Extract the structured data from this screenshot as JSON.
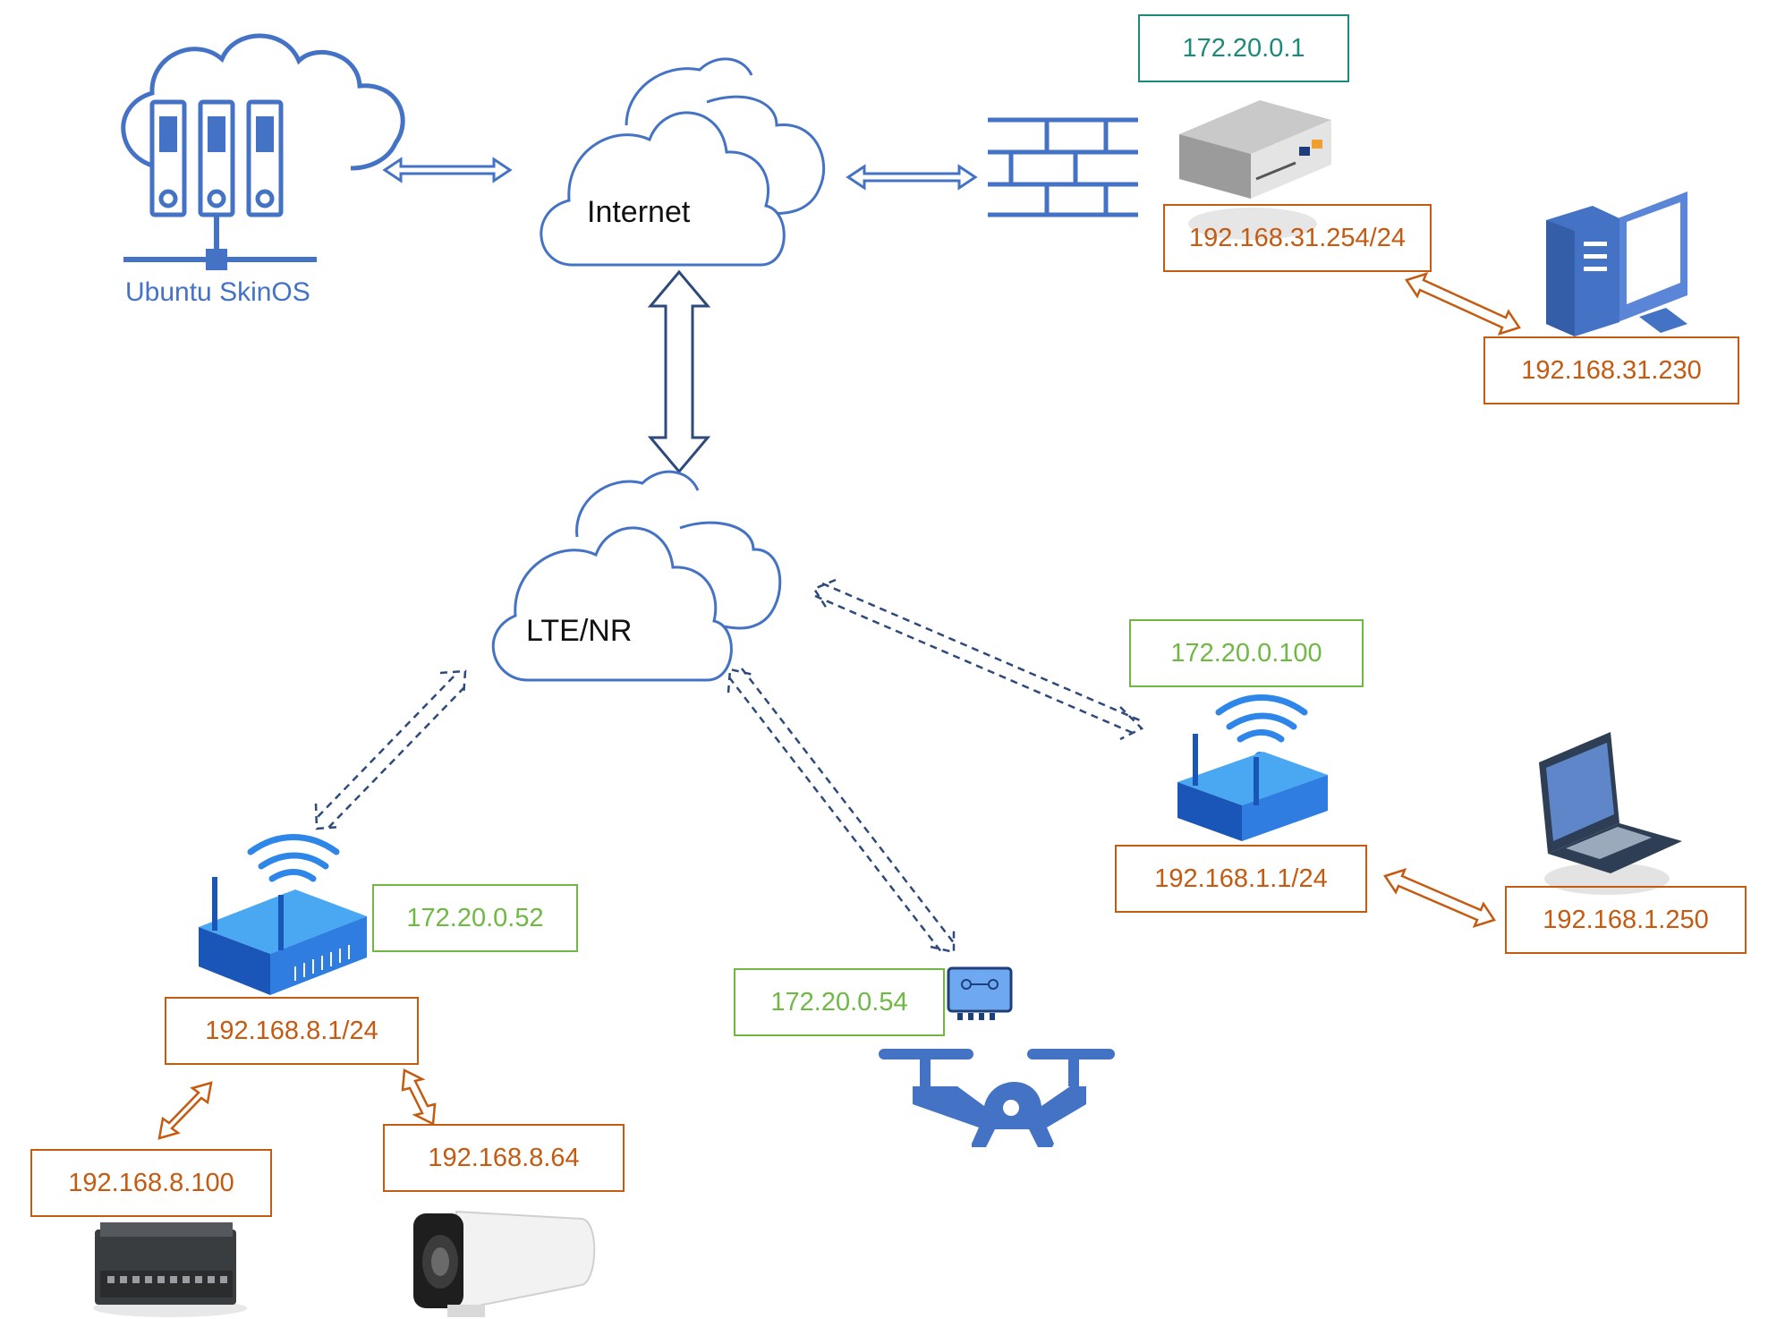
{
  "clouds": {
    "internet": "Internet",
    "lte": "LTE/NR"
  },
  "server": {
    "caption": "Ubuntu SkinOS",
    "icon": "cloud-server-icon"
  },
  "gateway_site": {
    "wan_ip": "172.20.0.1",
    "lan_ip": "192.168.31.254/24",
    "pc_ip": "192.168.31.230",
    "icons": [
      "firewall-icon",
      "gateway-device-icon",
      "desktop-pc-icon"
    ]
  },
  "site_a": {
    "wan_ip": "172.20.0.52",
    "lan_ip": "192.168.8.1/24",
    "plc_ip": "192.168.8.100",
    "camera_ip": "192.168.8.64",
    "icons": [
      "wifi-router-icon",
      "plc-icon",
      "ip-camera-icon"
    ]
  },
  "site_b": {
    "wan_ip": "172.20.0.100",
    "lan_ip": "192.168.1.1/24",
    "laptop_ip": "192.168.1.250",
    "icons": [
      "wifi-router-icon",
      "laptop-icon"
    ]
  },
  "drone": {
    "wan_ip": "172.20.0.54",
    "icons": [
      "circuit-module-icon",
      "drone-icon"
    ]
  },
  "colors": {
    "lan": "#c55a11",
    "wan_cell": "#70b844",
    "wan_fixed": "#1b8a7a",
    "icon_blue": "#4472c4",
    "link_dark": "#2e4a7d"
  }
}
